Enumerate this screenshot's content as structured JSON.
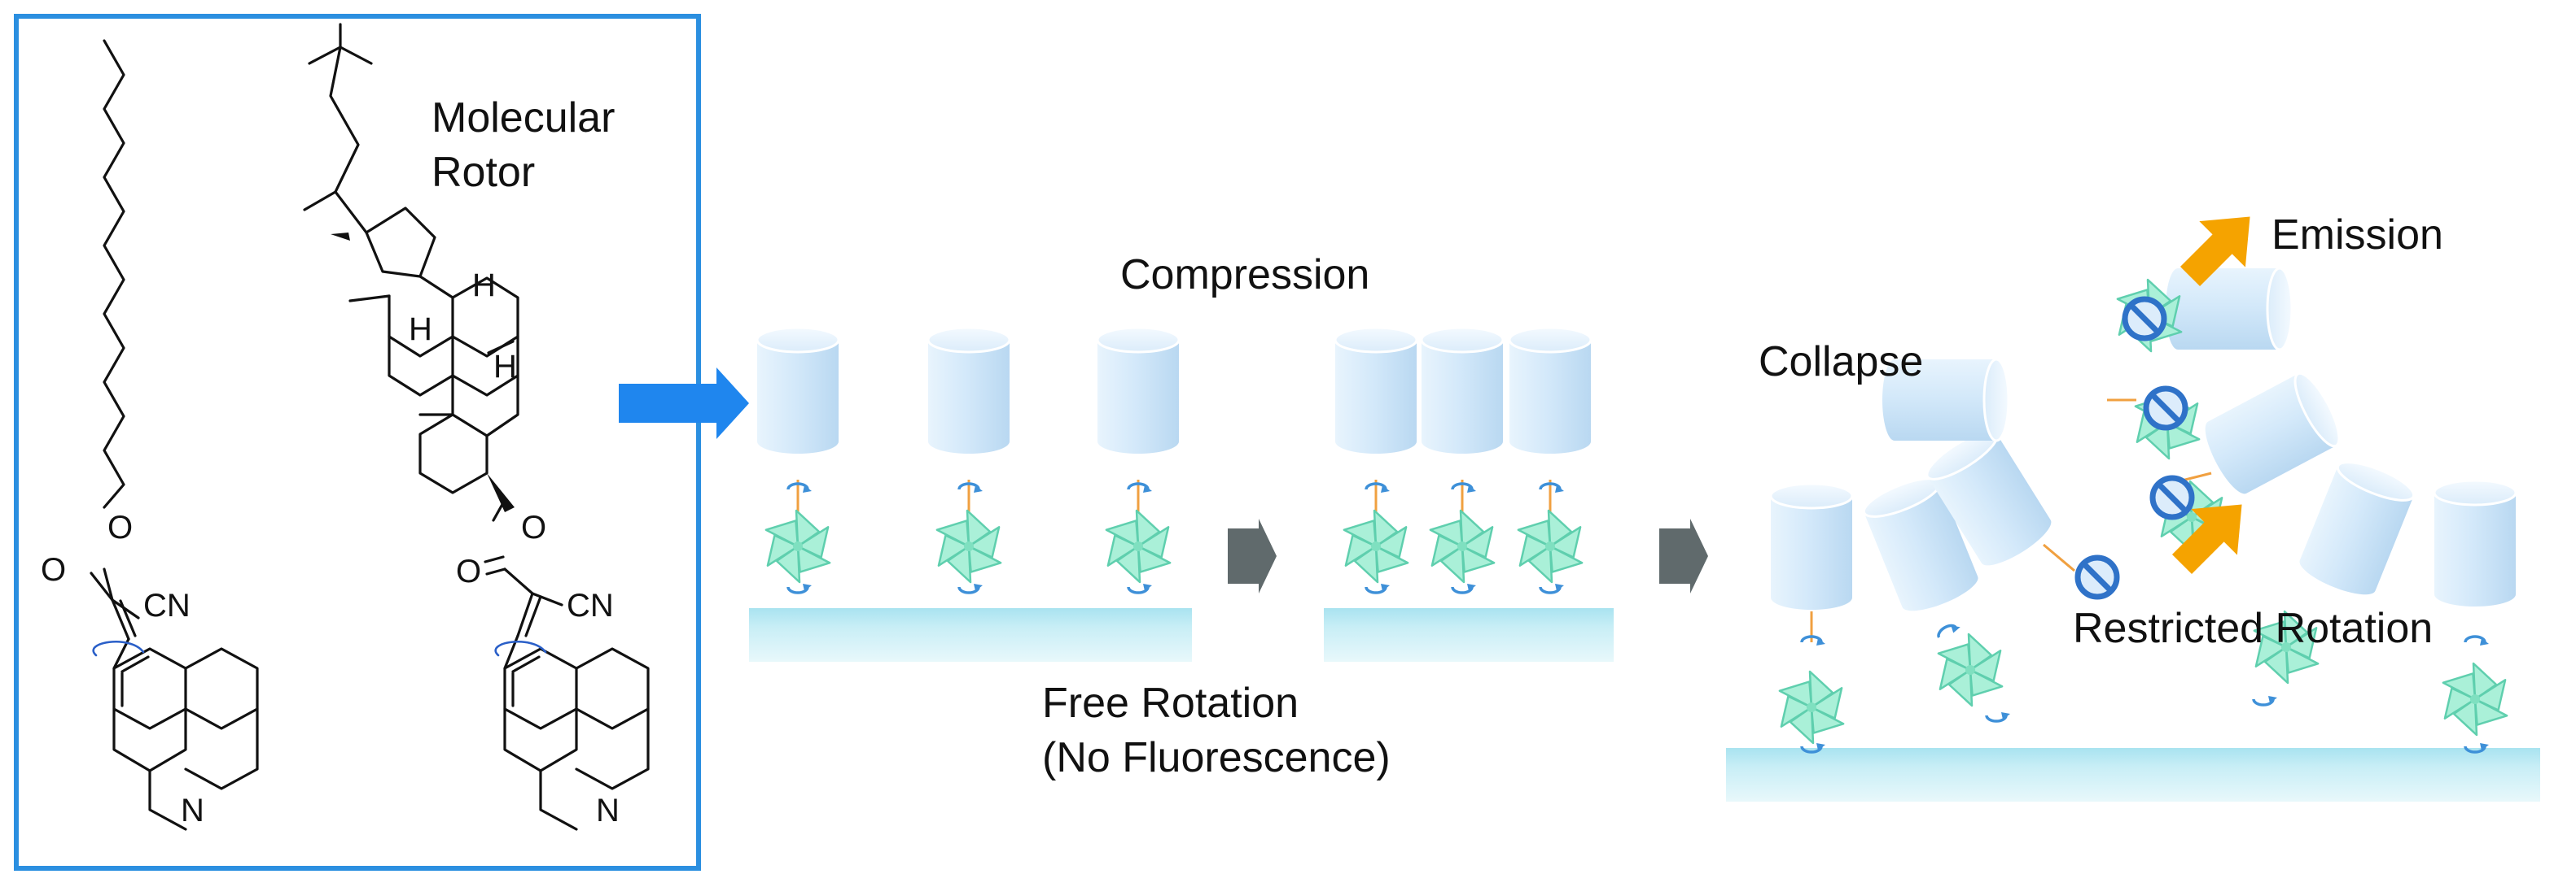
{
  "labels": {
    "molecular_rotor": [
      "Molecular",
      "Rotor"
    ],
    "compression": "Compression",
    "free_rotation": [
      "Free Rotation",
      "(No Fluorescence)"
    ],
    "collapse": "Collapse",
    "emission": "Emission",
    "restricted_rotation": "Restricted Rotation"
  },
  "structure_text": {
    "cn": "CN",
    "oxygen": "O",
    "nitrogen": "N",
    "hydrogen": "H"
  },
  "colors": {
    "frame_blue": "#2b8fe0",
    "process_arrow_blue": "#1f86ee",
    "step_arrow_gray": "#606a6c",
    "substrate": "#c6eef6",
    "cylinder_fill": "#d8ecfb",
    "rotor_mint": "#aaf0d8",
    "rotation_arrow": "#3e90d8",
    "prohibition_icon": "#2f72c8",
    "tether_orange": "#f0a040",
    "emission_arrow": "#f5a300"
  },
  "icons": {
    "rotor": "pinwheel-icon",
    "rotation": "curved-arrow-icon",
    "restricted": "prohibition-icon",
    "emission": "diagonal-arrow-icon"
  }
}
